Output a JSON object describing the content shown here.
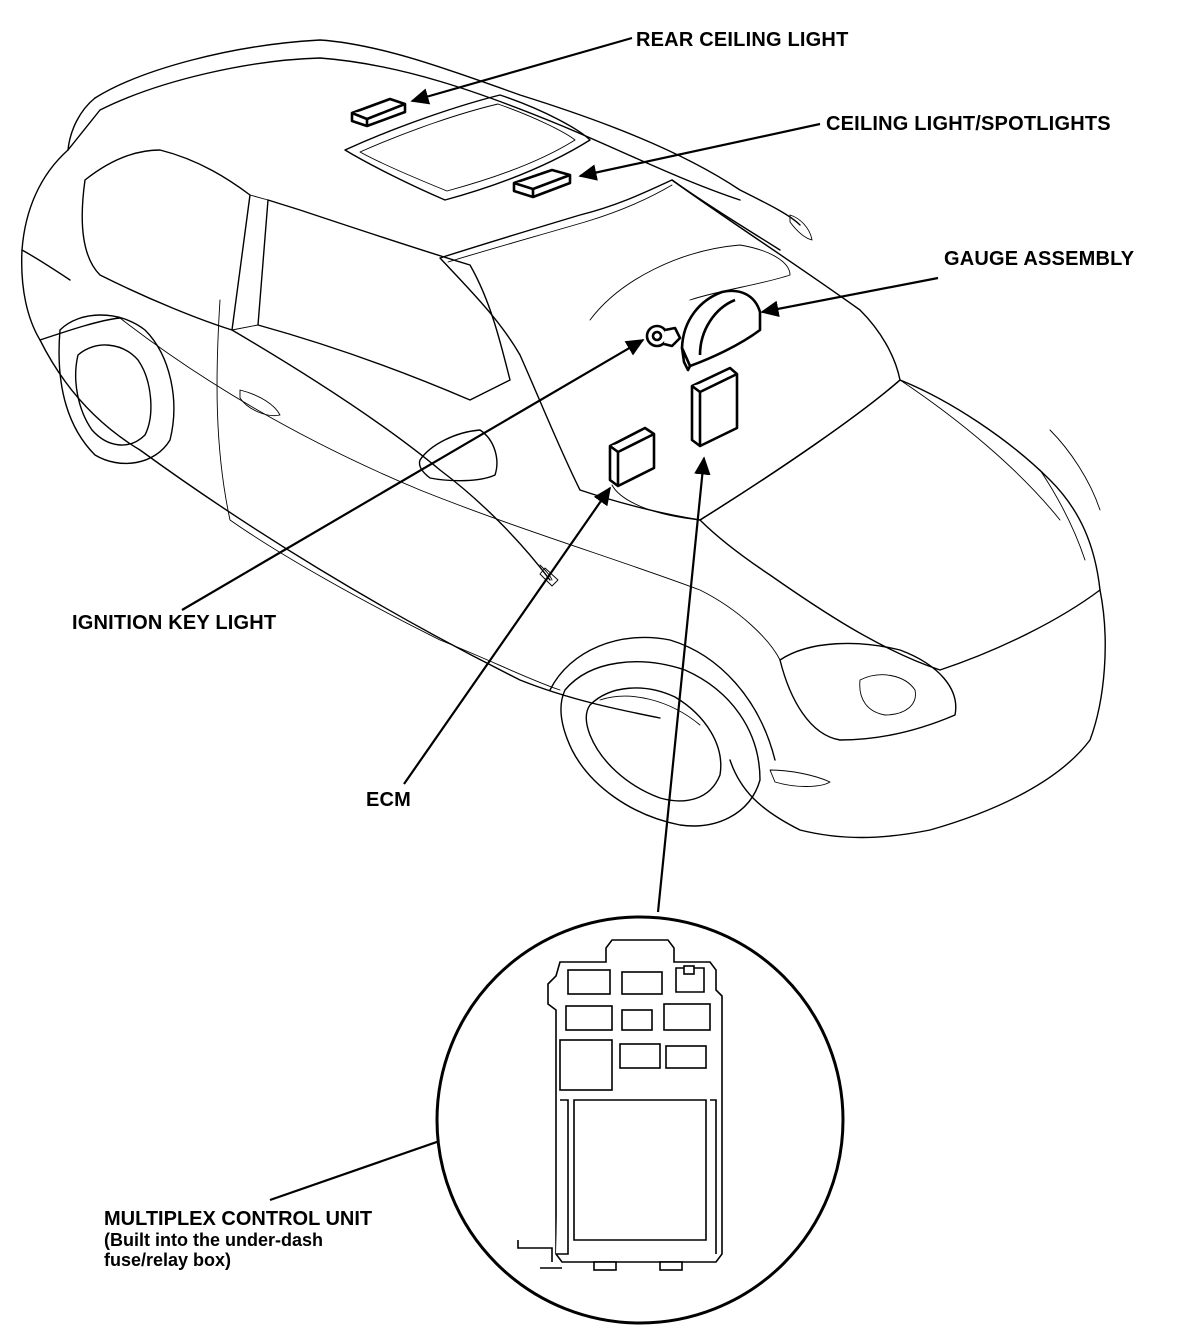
{
  "labels": {
    "rear_ceiling_light": "REAR CEILING LIGHT",
    "ceiling_light_spotlights": "CEILING LIGHT/SPOTLIGHTS",
    "gauge_assembly": "GAUGE ASSEMBLY",
    "ignition_key_light": "IGNITION KEY LIGHT",
    "ecm": "ECM",
    "multiplex_control_unit": {
      "line1": "MULTIPLEX CONTROL UNIT",
      "line2": "(Built into the under-dash",
      "line3": "fuse/relay box)"
    }
  }
}
